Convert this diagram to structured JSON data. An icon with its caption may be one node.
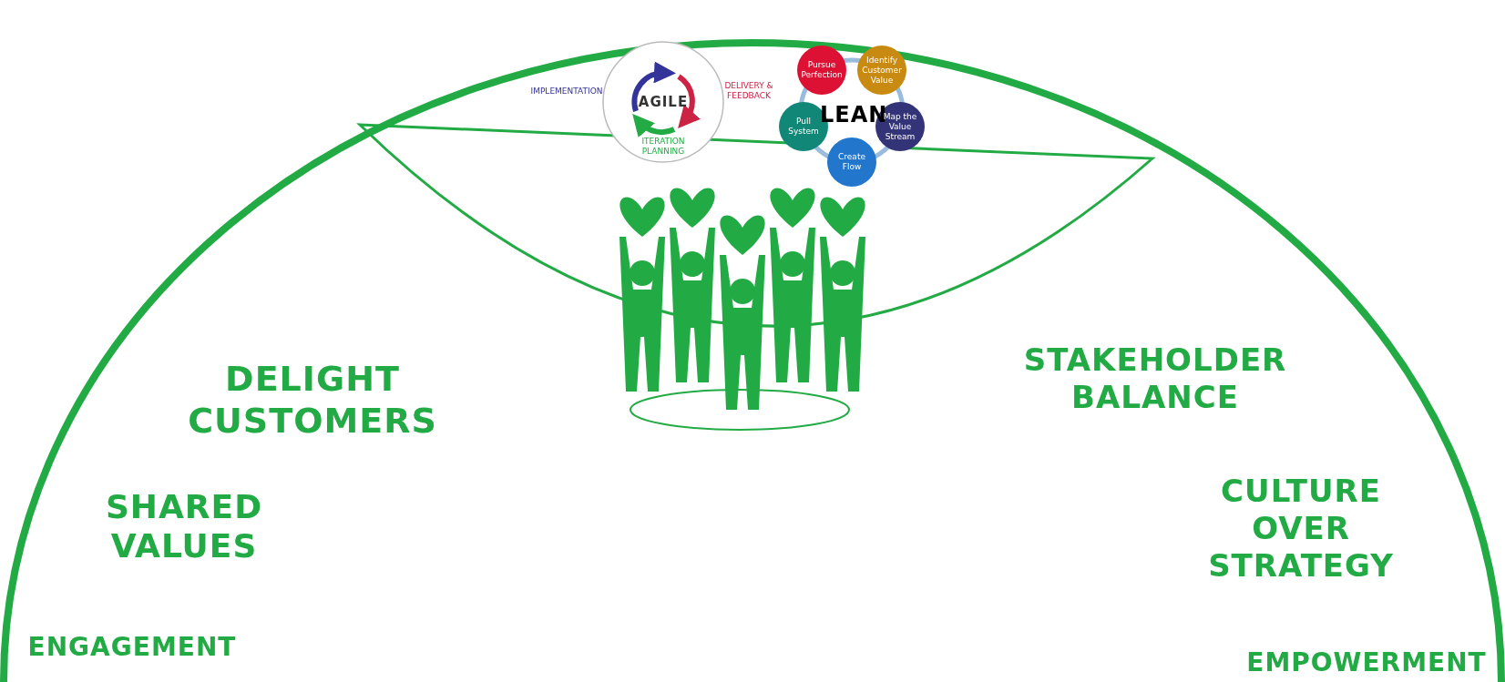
{
  "diagram": {
    "labels": [
      "IMPLEMENTATION",
      "DELIVERY & FEEDBACK",
      "AGILE",
      "ITERATION PLANNING",
      "Pursue Perfection",
      "Identify Customer Value",
      "LEAN",
      "Pull System",
      "Map the Value Stream",
      "Create Flow",
      "DELIGHT CUSTOMERS",
      "STAKEHOLDER BALANCE",
      "SHARED VALUES",
      "CULTURE OVER STRATEGY",
      "ENGAGEMENT",
      "EMPOWERMENT"
    ]
  }
}
